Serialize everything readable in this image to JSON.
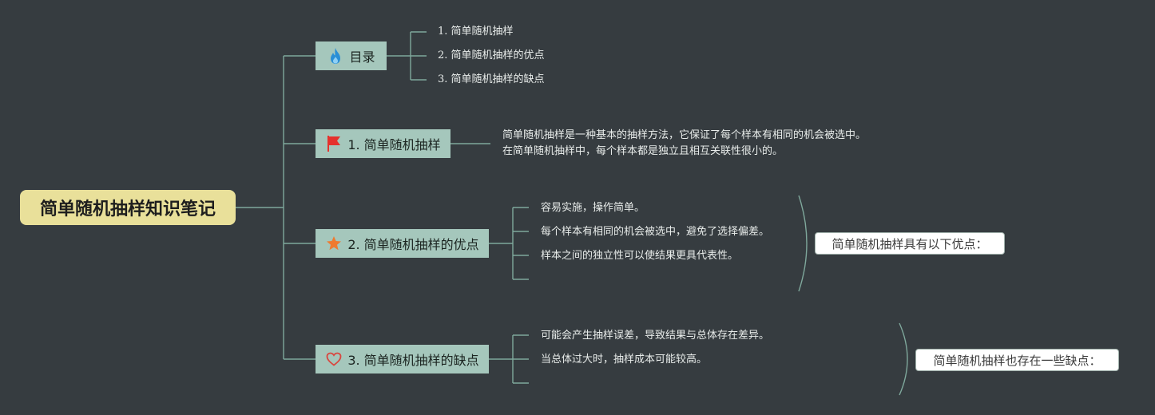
{
  "root": {
    "label": "简单随机抽样知识笔记"
  },
  "topics": {
    "toc": {
      "label": "目录",
      "icon": "fire-icon",
      "items": [
        "1. 简单随机抽样",
        "2. 简单随机抽样的优点",
        "3. 简单随机抽样的缺点"
      ]
    },
    "definition": {
      "label": "1. 简单随机抽样",
      "icon": "flag-icon",
      "text_lines": [
        "简单随机抽样是一种基本的抽样方法，它保证了每个样本有相同的机会被选中。",
        "在简单随机抽样中，每个样本都是独立且相互关联性很小的。"
      ]
    },
    "advantages": {
      "label": "2. 简单随机抽样的优点",
      "icon": "star-icon",
      "items": [
        "容易实施，操作简单。",
        "每个样本有相同的机会被选中，避免了选择偏差。",
        "样本之间的独立性可以使结果更具代表性。"
      ],
      "summary": "简单随机抽样具有以下优点："
    },
    "disadvantages": {
      "label": "3. 简单随机抽样的缺点",
      "icon": "heart-icon",
      "items": [
        "可能会产生抽样误差，导致结果与总体存在差异。",
        "当总体过大时，抽样成本可能较高。"
      ],
      "summary": "简单随机抽样也存在一些缺点："
    }
  },
  "colors": {
    "background": "#363c40",
    "root_fill": "#e9e09a",
    "topic_fill": "#a5c7bc",
    "connector": "#7fa89c",
    "fire": "#2a8fd6",
    "flag": "#e5322d",
    "star": "#ef7a2f",
    "heart": "#d9463f"
  }
}
